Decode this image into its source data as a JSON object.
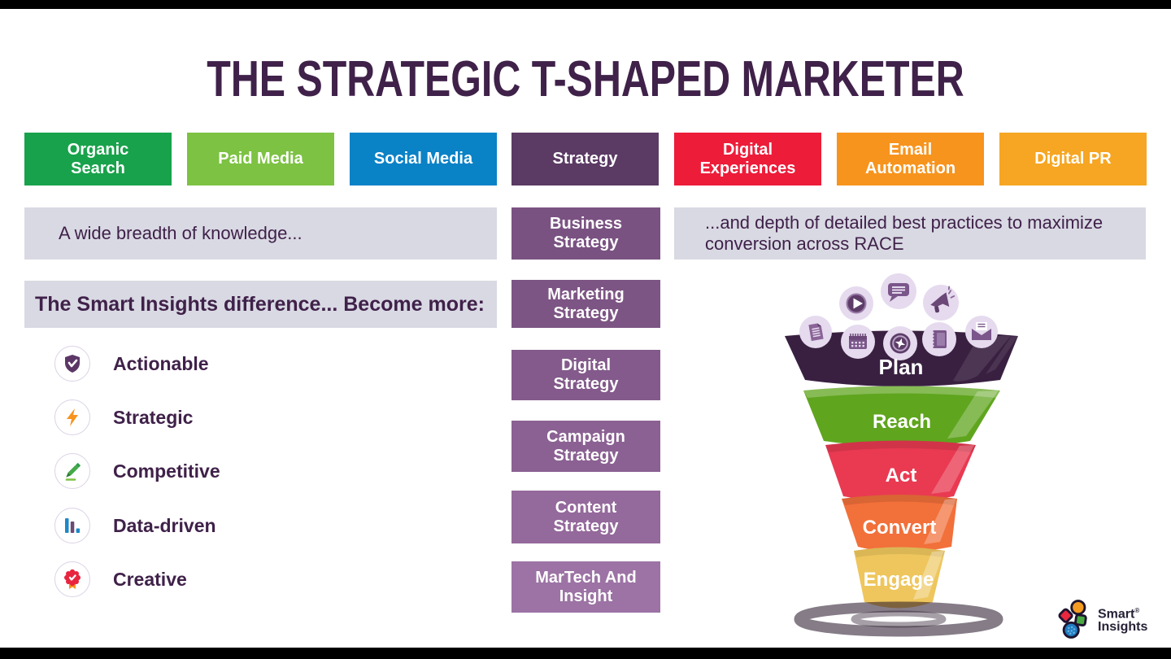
{
  "title": "THE STRATEGIC T-SHAPED MARKETER",
  "top_buttons": [
    {
      "label": "Organic Search",
      "color": "#18A24B"
    },
    {
      "label": "Paid Media",
      "color": "#7DC243"
    },
    {
      "label": "Social Media",
      "color": "#0A82C6"
    },
    {
      "label": "Strategy",
      "color": "#5B3A64"
    },
    {
      "label": "Digital Experiences",
      "color": "#ED1C39"
    },
    {
      "label": "Email Automation",
      "color": "#F7941D"
    },
    {
      "label": "Digital PR",
      "color": "#F6A623"
    }
  ],
  "notes": {
    "breadth": "A wide breadth of knowledge...",
    "depth": "...and depth of detailed best practices to maximize conversion across RACE",
    "bar_color": "#D9D9E3"
  },
  "difference_panel": {
    "heading": "The Smart Insights difference... Become more:",
    "items": [
      {
        "label": "Actionable",
        "icon": "shield-check-icon",
        "color": "#5C3766"
      },
      {
        "label": "Strategic",
        "icon": "lightning-icon",
        "color": "#F7941E"
      },
      {
        "label": "Competitive",
        "icon": "pencil-icon",
        "color": "#44A948"
      },
      {
        "label": "Data-driven",
        "icon": "bar-chart-icon",
        "color": "#1E88C7"
      },
      {
        "label": "Creative",
        "icon": "award-rosette-icon",
        "color": "#E8253F"
      }
    ]
  },
  "strategy_stack": [
    {
      "label": "Business Strategy",
      "color": "#7A5282"
    },
    {
      "label": "Marketing Strategy",
      "color": "#7D5584"
    },
    {
      "label": "Digital Strategy",
      "color": "#835A8B"
    },
    {
      "label": "Campaign Strategy",
      "color": "#8B6193"
    },
    {
      "label": "Content Strategy",
      "color": "#94699B"
    },
    {
      "label": "MarTech And Insight",
      "color": "#9C73A4"
    }
  ],
  "funnel": {
    "stages": [
      {
        "label": "Plan",
        "color": "#392041"
      },
      {
        "label": "Reach",
        "color": "#5FA51E"
      },
      {
        "label": "Act",
        "color": "#E93A52"
      },
      {
        "label": "Convert",
        "color": "#F2703A"
      },
      {
        "label": "Engage",
        "color": "#EEC65D"
      }
    ],
    "icons": [
      "document",
      "play",
      "speech-bubble",
      "megaphone",
      "calendar",
      "star-badge",
      "notebook",
      "email"
    ]
  },
  "logo": {
    "line1": "Smart",
    "mark": "®",
    "line2": "Insights"
  }
}
